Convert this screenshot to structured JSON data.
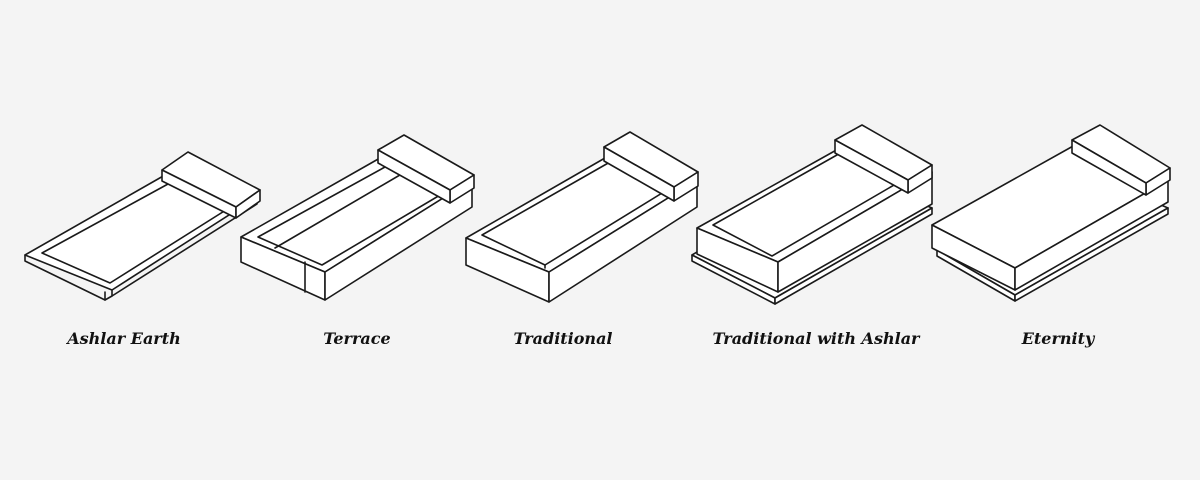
{
  "items": [
    {
      "label": "Ashlar Earth"
    },
    {
      "label": "Terrace"
    },
    {
      "label": "Traditional"
    },
    {
      "label": "Traditional with Ashlar"
    },
    {
      "label": "Eternity"
    }
  ],
  "colors": {
    "background": "#f4f4f4",
    "line": "#1a1a1a",
    "fill": "#ffffff"
  }
}
